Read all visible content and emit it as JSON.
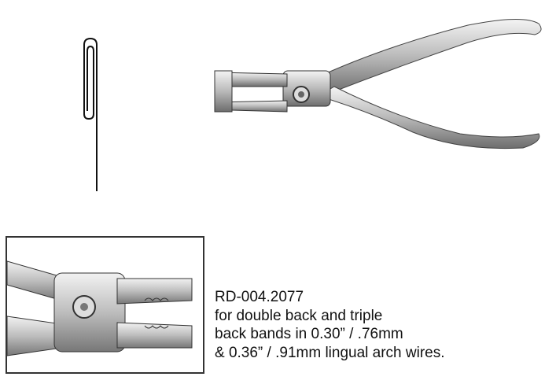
{
  "product": {
    "code": "RD-004.2077",
    "description_lines": [
      "for double back and triple",
      "back bands in 0.30” / .76mm",
      "& 0.36” / .91mm lingual arch wires."
    ]
  }
}
